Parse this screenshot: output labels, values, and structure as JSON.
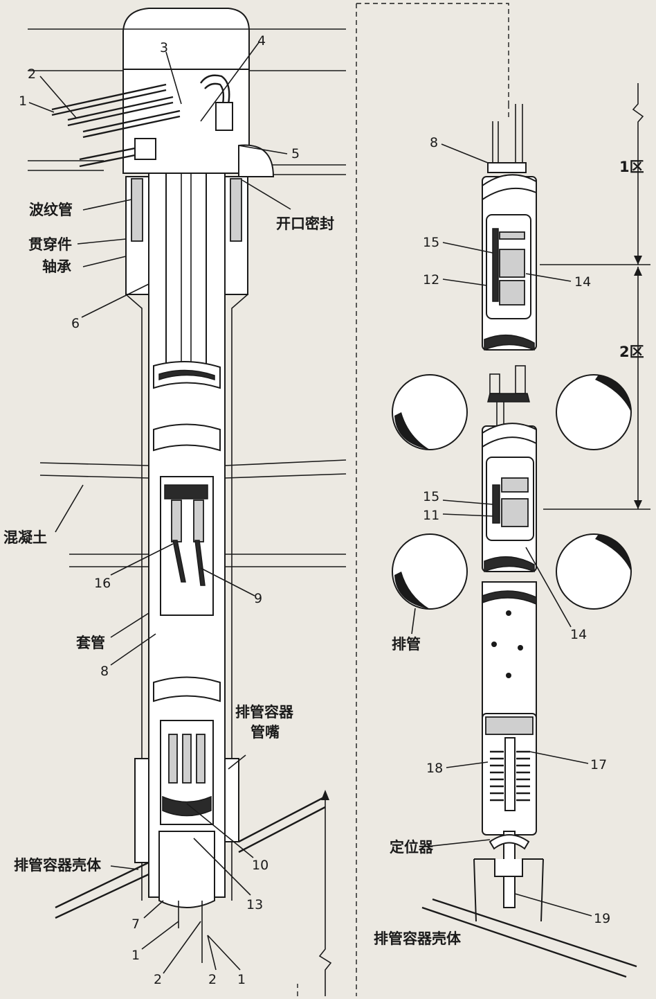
{
  "figure": {
    "callouts_left": {
      "n1": "1",
      "n2": "2",
      "n3": "3",
      "n4": "4",
      "n5": "5",
      "bellows": "波纹管",
      "open_seal": "开口密封",
      "penetration": "贯穿件",
      "bearing": "轴承",
      "n6": "6",
      "concrete": "混凝土",
      "n16": "16",
      "n9": "9",
      "sleeve": "套管",
      "n8": "8",
      "nozzle_line1": "排管容器",
      "nozzle_line2": "管嘴",
      "vessel_shell": "排管容器壳体",
      "n10": "10",
      "n13": "13",
      "n7": "7",
      "b1a": "1",
      "b2a": "2",
      "b2b": "2",
      "b1b": "1"
    },
    "callouts_right": {
      "n8": "8",
      "n15a": "15",
      "n12": "12",
      "n14a": "14",
      "n15b": "15",
      "n11": "11",
      "n14b": "14",
      "calandria_tube": "排管",
      "n18": "18",
      "n17": "17",
      "locator": "定位器",
      "vessel_shell": "排管容器壳体",
      "n19": "19"
    },
    "zones": {
      "zone1": "1区",
      "zone2": "2区"
    }
  }
}
